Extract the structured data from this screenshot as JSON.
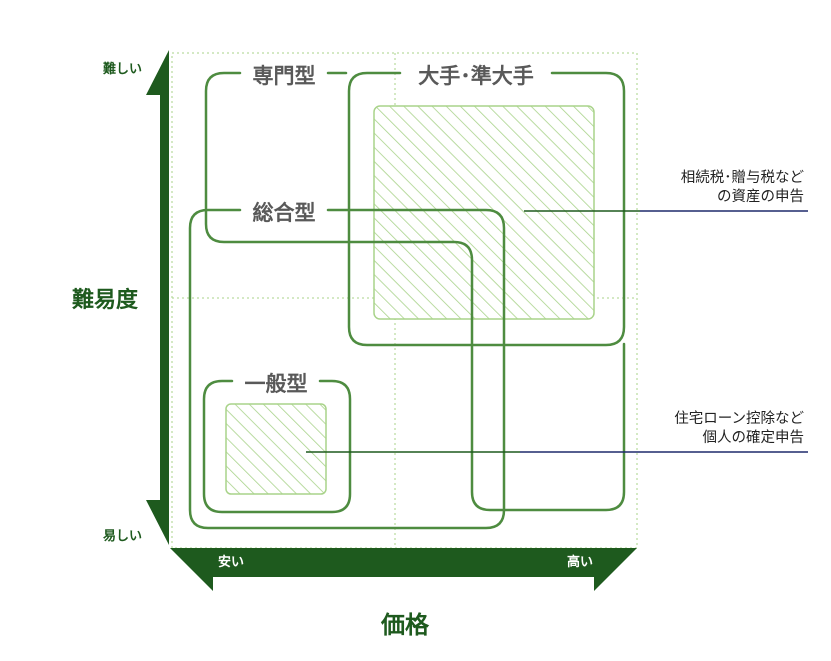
{
  "axes": {
    "vertical_title": "難易度",
    "vertical_top": "難しい",
    "vertical_bottom": "易しい",
    "horizontal_title": "価格",
    "horizontal_left": "安い",
    "horizontal_right": "高い"
  },
  "groups": {
    "specialist": "専門型",
    "major": "大手･準大手",
    "general": "総合型",
    "standard": "一般型"
  },
  "callouts": {
    "asset_line1": "相続税･贈与税など",
    "asset_line2": "の資産の申告",
    "personal_line1": "住宅ローン控除など",
    "personal_line2": "個人の確定申告"
  },
  "colors": {
    "dark_green": "#1e5a1e",
    "mid_green": "#4e8c40",
    "light_green": "#a9d38a",
    "navy": "#1f2a6b",
    "label_gray": "#595959"
  }
}
